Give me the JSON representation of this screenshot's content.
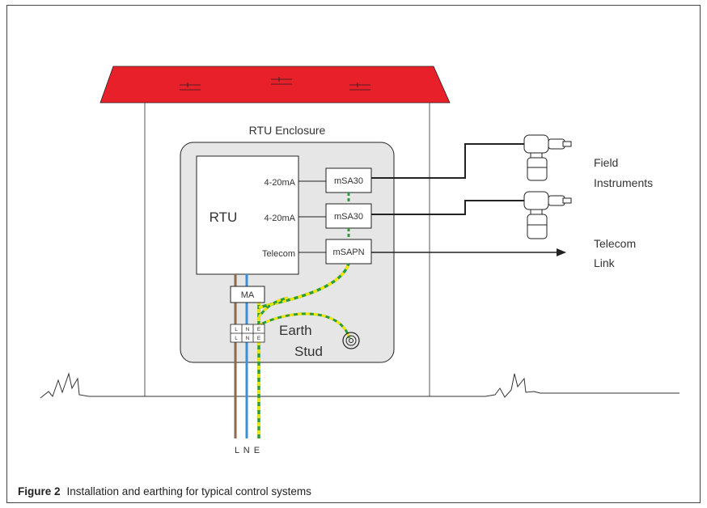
{
  "diagram": {
    "enclosure_title": "RTU Enclosure",
    "rtu_label": "RTU",
    "ports": [
      "4-20mA",
      "4-20mA",
      "Telecom"
    ],
    "barriers": [
      "mSA30",
      "mSA30",
      "mSAPN"
    ],
    "mains_adapter": "MA",
    "terminal_top": [
      "L",
      "N",
      "E"
    ],
    "terminal_bottom": [
      "L",
      "N",
      "E"
    ],
    "earth_stud": [
      "Earth",
      "Stud"
    ],
    "field_instruments": [
      "Field",
      "Instruments"
    ],
    "telecom_link": [
      "Telecom",
      "Link"
    ],
    "supply_lines": "L N E",
    "colors": {
      "roof": "#e8202a",
      "live": "#8b6a4e",
      "neutral": "#3b8fd9",
      "earth_green": "#2a9d3a",
      "earth_yellow": "#f2e600",
      "enclosure_fill": "#e6e6e6"
    }
  },
  "caption": {
    "figure": "Figure 2",
    "text": "Installation and earthing for typical control systems"
  }
}
